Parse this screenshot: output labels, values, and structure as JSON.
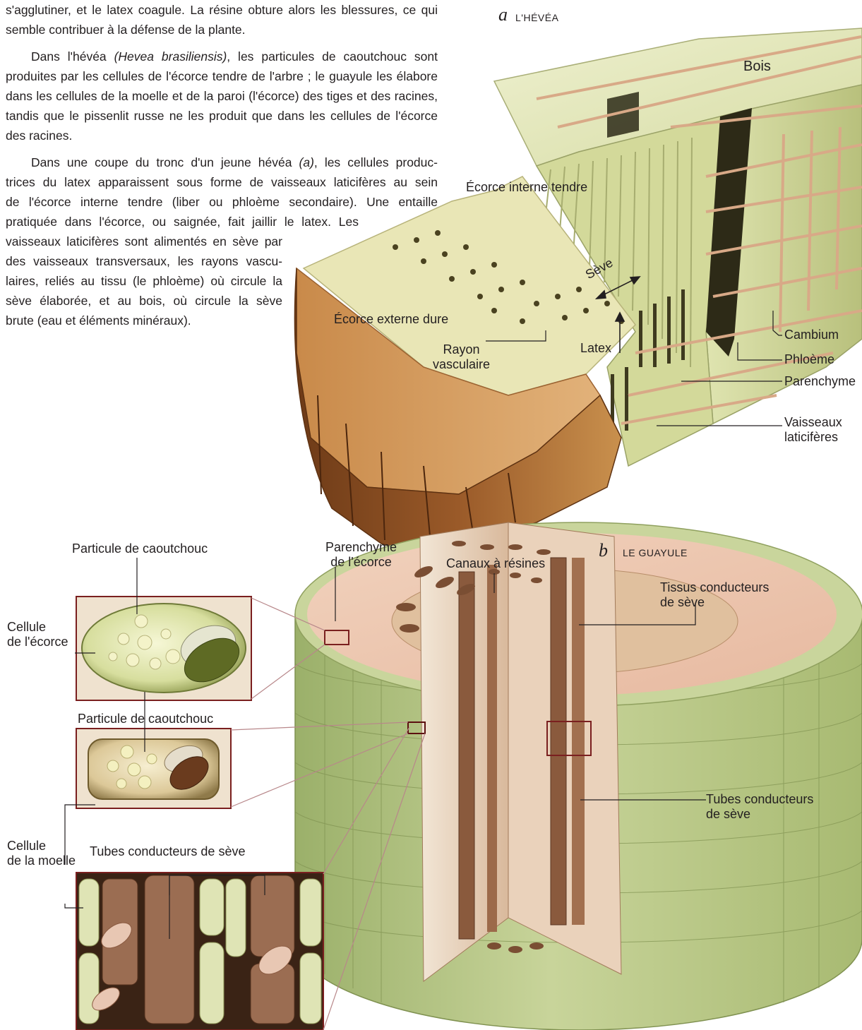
{
  "text": {
    "p1": "s'agglutiner, et le latex coagule. La résine obture alors les blessures, ce qui semble contribuer à la défense de la plante.",
    "p2_before": "Dans l'hévéa ",
    "p2_species": "(Hevea brasiliensis)",
    "p2_after": ", les particules de caoutchouc sont produites par les cellules de l'écorce tendre de l'arbre ; le guayule les élabore dans les cellules de la moelle et de la paroi (l'écorce) des tiges et des racines, tandis que le pissenlit russe ne les produit que dans les cellules de l'écorce des racines.",
    "p3_before": "Dans une coupe du tronc d'un jeune hévéa ",
    "p3_ref": "(a)",
    "p3_line1_after": ", les cellules produc-",
    "p3_line2": "trices du latex apparaissent sous forme de vaisseaux laticifères au sein",
    "p3_line3": "de l'écorce interne tendre (liber ou phloème secondaire). Une entaille",
    "p3_line4": "pratiquée dans l'écorce, ou saignée, fait jaillir le latex. Les",
    "p3_line5": "vaisseaux laticifères sont alimentés en sève par",
    "p3_line6": "des vaisseaux transversaux, les rayons vascu-",
    "p3_line7": "laires, reliés au tissu (le phloème) où circule la",
    "p3_line8": "sève élaborée, et au bois, où circule la sève",
    "p3_line9": "brute (eau et éléments minéraux)."
  },
  "panel_a": {
    "letter": "a",
    "title": "L'HÉVÉA",
    "labels": {
      "bois": "Bois",
      "ecorce_interne": "Écorce interne tendre",
      "seve": "Sève",
      "ecorce_externe": "Écorce externe dure",
      "rayon_1": "Rayon",
      "rayon_2": "vasculaire",
      "latex": "Latex",
      "cambium": "Cambium",
      "phloeme": "Phloème",
      "parenchyme": "Parenchyme",
      "vaisseaux_1": "Vaisseaux",
      "vaisseaux_2": "laticifères"
    }
  },
  "panel_b": {
    "letter": "b",
    "title": "LE GUAYULE",
    "labels": {
      "particule_1": "Particule de caoutchouc",
      "cellule_ecorce_1": "Cellule",
      "cellule_ecorce_2": "de l'écorce",
      "particule_2": "Particule de caoutchouc",
      "cellule_moelle_1": "Cellule",
      "cellule_moelle_2": "de la moelle",
      "tubes_left": "Tubes conducteurs de sève",
      "parenchyme_1": "Parenchyme",
      "parenchyme_2": "de l'écorce",
      "canaux": "Canaux à résines",
      "tissus_1": "Tissus conducteurs",
      "tissus_2": "de sève",
      "tubes_right_1": "Tubes conducteurs",
      "tubes_right_2": "de sève"
    }
  }
}
